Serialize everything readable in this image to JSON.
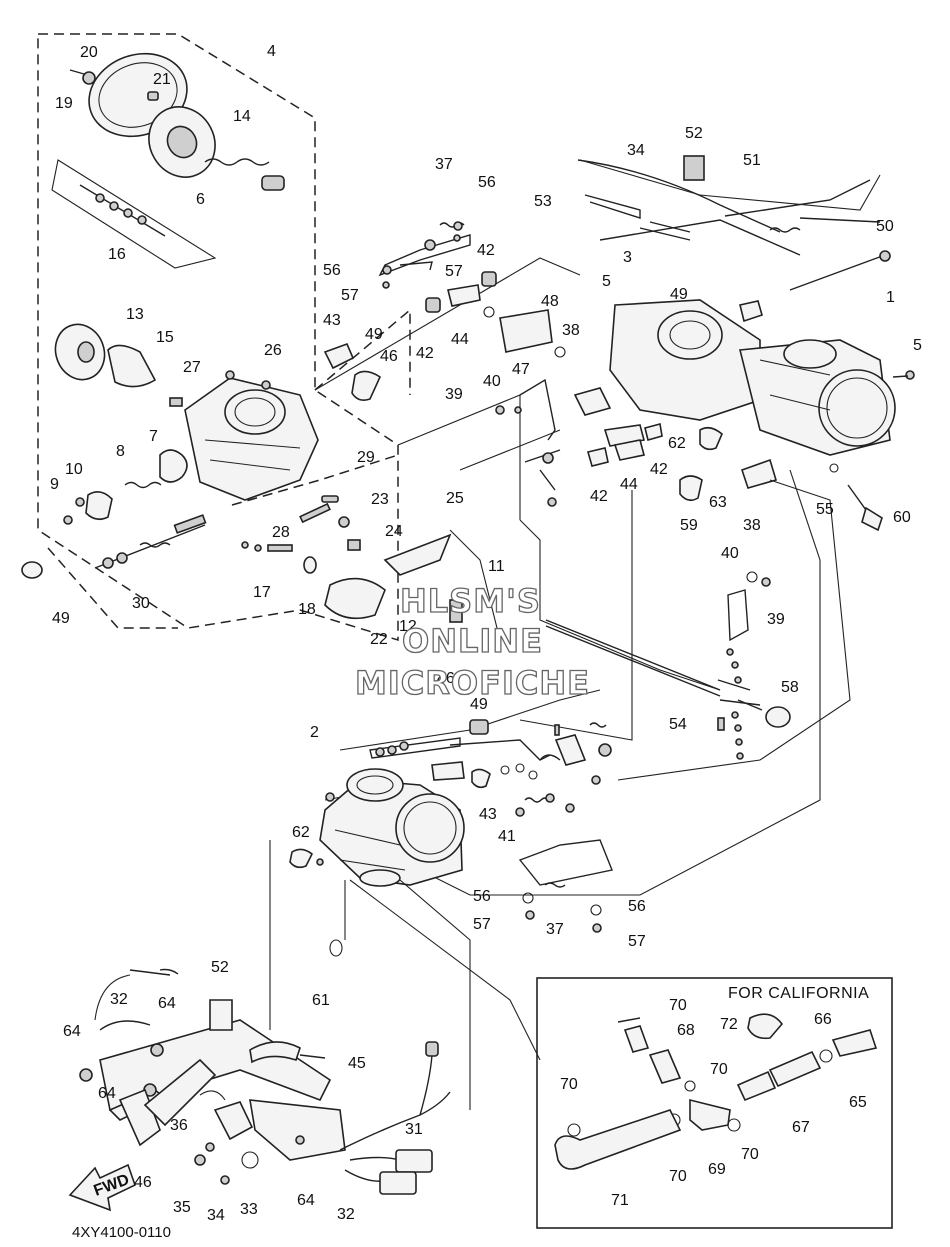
{
  "diagram": {
    "callouts": {
      "c4": "4",
      "c20": "20",
      "c21": "21",
      "c19": "19",
      "c14": "14",
      "c6": "6",
      "c16": "16",
      "c13": "13",
      "c15": "15",
      "c27": "27",
      "c26": "26",
      "c8": "8",
      "c7": "7",
      "c10": "10",
      "c9": "9",
      "c49a": "49",
      "c30": "30",
      "c17": "17",
      "c18": "18",
      "c22": "22",
      "c28": "28",
      "c23": "23",
      "c24": "24",
      "c29": "29",
      "c25": "25",
      "c11": "11",
      "c12": "12",
      "c43a": "43",
      "c49b": "49",
      "c46a": "46",
      "c37a": "37",
      "c56a": "56",
      "c56b": "56",
      "c57a": "57",
      "c57b": "57",
      "c42a": "42",
      "c42b": "42",
      "c44a": "44",
      "c47": "47",
      "c48": "48",
      "c38a": "38",
      "c40a": "40",
      "c39a": "39",
      "c52a": "52",
      "c34a": "34",
      "c53": "53",
      "c51": "51",
      "c50": "50",
      "c3": "3",
      "c5a": "5",
      "c49c": "49",
      "c1": "1",
      "c5b": "5",
      "c62a": "62",
      "c42c": "42",
      "c44b": "44",
      "c42d": "42",
      "c59": "59",
      "c63": "63",
      "c38b": "38",
      "c55": "55",
      "c60": "60",
      "c40b": "40",
      "c39b": "39",
      "c58": "58",
      "c54": "54",
      "c2": "2",
      "c46b": "46",
      "c49d": "49",
      "c43b": "43",
      "c41": "41",
      "c62b": "62",
      "c56c": "56",
      "c57c": "57",
      "c37b": "37",
      "c56d": "56",
      "c57d": "57",
      "c61": "61",
      "c52b": "52",
      "c32a": "32",
      "c64a": "64",
      "c64b": "64",
      "c64c": "64",
      "c45": "45",
      "c36": "36",
      "c46c": "46",
      "c35": "35",
      "c34b": "34",
      "c33": "33",
      "c64d": "64",
      "c31": "31",
      "c32b": "32",
      "c70a": "70",
      "c68": "68",
      "c72": "72",
      "c66": "66",
      "c70b": "70",
      "c70c": "70",
      "c65": "65",
      "c67": "67",
      "c70d": "70",
      "c70e": "70",
      "c69": "69",
      "c71": "71"
    },
    "california_title": "FOR CALIFORNIA",
    "fwd_label": "FWD",
    "drawing_number": "4XY4100-0110",
    "watermark": {
      "line1": "HLSM'S",
      "line2": "ONLINE",
      "line3": "MICROFICHE"
    }
  }
}
